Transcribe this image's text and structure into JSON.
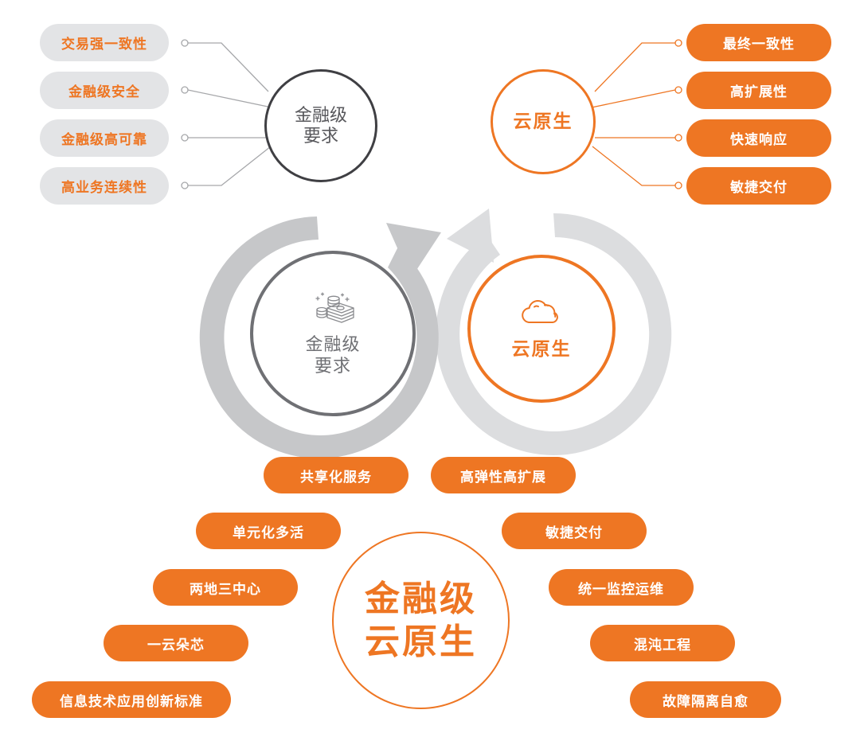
{
  "theme": {
    "orange": "#ee7623",
    "grey_pill_bg": "#e3e4e6",
    "dark_circle_stroke": "#3f3f43",
    "arc_dark_grey": "#c6c7c9",
    "arc_light_grey": "#dcdddf",
    "white": "#ffffff"
  },
  "top_left_group": {
    "hub": {
      "line1": "金融级",
      "line2": "要求"
    },
    "items": [
      {
        "label": "交易强一致性"
      },
      {
        "label": "金融级安全"
      },
      {
        "label": "金融级高可靠"
      },
      {
        "label": "高业务连续性"
      }
    ]
  },
  "top_right_group": {
    "hub": {
      "line1": "云原生"
    },
    "items": [
      {
        "label": "最终一致性"
      },
      {
        "label": "高扩展性"
      },
      {
        "label": "快速响应"
      },
      {
        "label": "敏捷交付"
      }
    ]
  },
  "loop": {
    "left_node": {
      "icon": "money-stack-icon",
      "line1": "金融级",
      "line2": "要求"
    },
    "right_node": {
      "icon": "cloud-icon",
      "line1": "云原生"
    }
  },
  "center": {
    "line1": "金融级",
    "line2": "云原生"
  },
  "capability_pills": {
    "left": [
      {
        "label": "共享化服务"
      },
      {
        "label": "单元化多活"
      },
      {
        "label": "两地三中心"
      },
      {
        "label": "一云朵芯"
      },
      {
        "label": "信息技术应用创新标准"
      }
    ],
    "right": [
      {
        "label": "高弹性高扩展"
      },
      {
        "label": "敏捷交付"
      },
      {
        "label": "统一监控运维"
      },
      {
        "label": "混沌工程"
      },
      {
        "label": "故障隔离自愈"
      }
    ]
  }
}
